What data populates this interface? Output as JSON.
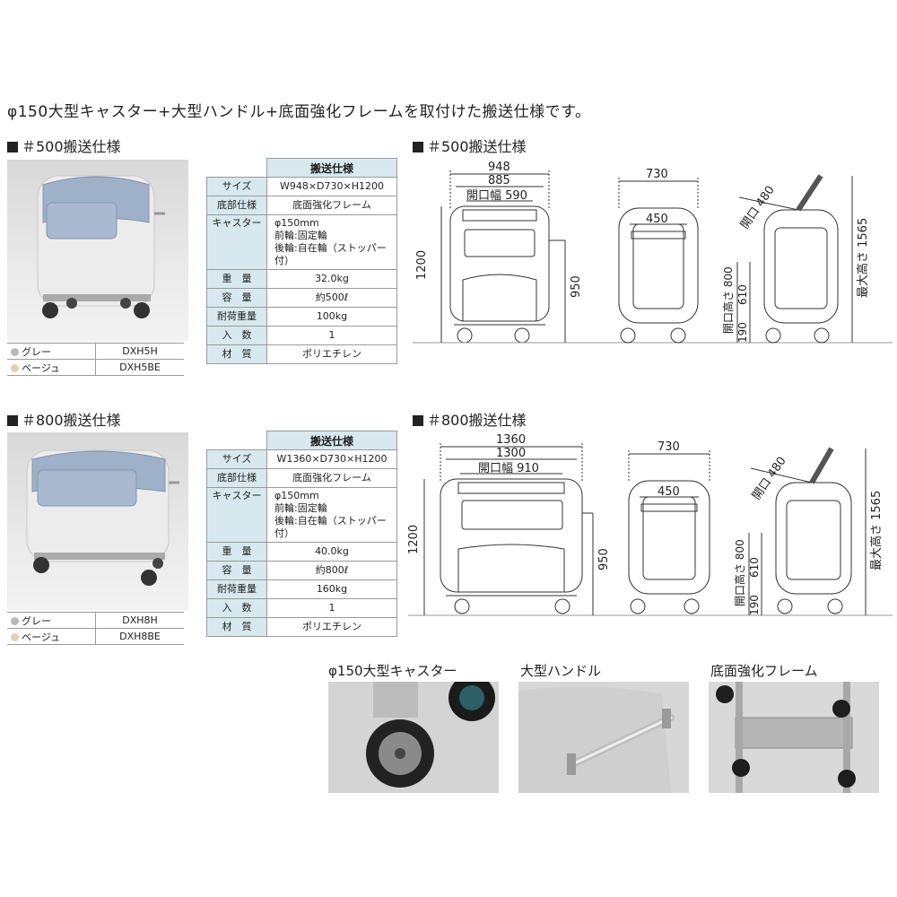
{
  "headline": "φ150大型キャスター+大型ハンドル+底面強化フレームを取付けた搬送仕様です。",
  "sections": [
    {
      "title": "＃500搬送仕様",
      "drawing_title": "＃500搬送仕様",
      "spec_header": "搬送仕様",
      "specs": [
        {
          "label": "サイズ",
          "value": "W948×D730×H1200"
        },
        {
          "label": "底部仕様",
          "value": "底面強化フレーム"
        },
        {
          "label": "キャスター",
          "value": "φ150mm",
          "value2": "前輪:固定輪",
          "value3": "後輪:自在輪（ストッパー付）"
        },
        {
          "label": "重　量",
          "value": "32.0kg"
        },
        {
          "label": "容　量",
          "value": "約500ℓ"
        },
        {
          "label": "耐荷重量",
          "value": "100kg"
        },
        {
          "label": "入　数",
          "value": "1"
        },
        {
          "label": "材　質",
          "value": "ポリエチレン"
        }
      ],
      "colors": [
        {
          "name": "グレー",
          "code": "DXH5H",
          "swatch": "#b8b8b8"
        },
        {
          "name": "ベージュ",
          "code": "DXH5BE",
          "swatch": "#ddd3bd"
        }
      ],
      "dims": {
        "w_total": "948",
        "w_inner": "885",
        "opening": "開口幅 590",
        "h_total": "1200",
        "h_mid": "950",
        "depth": "730",
        "d_inner": "450",
        "lid": "開口 480",
        "open_h": "開口高さ 800",
        "h610": "610",
        "h190": "190",
        "max_h": "最大高さ 1565"
      }
    },
    {
      "title": "＃800搬送仕様",
      "drawing_title": "＃800搬送仕様",
      "spec_header": "搬送仕様",
      "specs": [
        {
          "label": "サイズ",
          "value": "W1360×D730×H1200"
        },
        {
          "label": "底部仕様",
          "value": "底面強化フレーム"
        },
        {
          "label": "キャスター",
          "value": "φ150mm",
          "value2": "前輪:固定輪",
          "value3": "後輪:自在輪（ストッパー付）"
        },
        {
          "label": "重　量",
          "value": "40.0kg"
        },
        {
          "label": "容　量",
          "value": "約800ℓ"
        },
        {
          "label": "耐荷重量",
          "value": "160kg"
        },
        {
          "label": "入　数",
          "value": "1"
        },
        {
          "label": "材　質",
          "value": "ポリエチレン"
        }
      ],
      "colors": [
        {
          "name": "グレー",
          "code": "DXH8H",
          "swatch": "#b8b8b8"
        },
        {
          "name": "ベージュ",
          "code": "DXH8BE",
          "swatch": "#ddd3bd"
        }
      ],
      "dims": {
        "w_total": "1360",
        "w_inner": "1300",
        "opening": "開口幅 910",
        "h_total": "1200",
        "h_mid": "950",
        "depth": "730",
        "d_inner": "450",
        "lid": "開口 480",
        "open_h": "開口高さ 800",
        "h610": "610",
        "h190": "190",
        "max_h": "最大高さ 1565"
      }
    }
  ],
  "features": [
    {
      "caption": "φ150大型キャスター"
    },
    {
      "caption": "大型ハンドル"
    },
    {
      "caption": "底面強化フレーム"
    }
  ]
}
